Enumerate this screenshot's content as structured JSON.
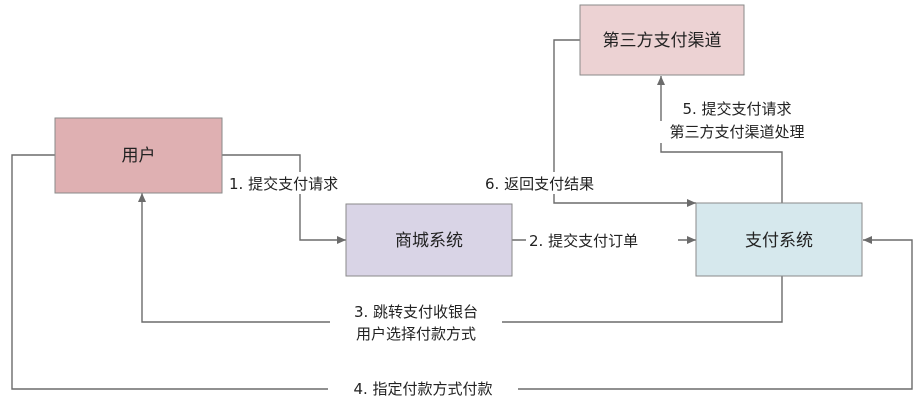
{
  "nodes": {
    "user": {
      "label": "用户",
      "fill": "#dfb0b2"
    },
    "mall": {
      "label": "商城系统",
      "fill": "#d9d4e6"
    },
    "pay": {
      "label": "支付系统",
      "fill": "#d6e8ed"
    },
    "channel": {
      "label": "第三方支付渠道",
      "fill": "#ecd2d3"
    }
  },
  "edges": {
    "e1": "1. 提交支付请求",
    "e2": "2. 提交支付订单",
    "e3_line1": "3. 跳转支付收银台",
    "e3_line2": "用户选择付款方式",
    "e4": "4. 指定付款方式付款",
    "e5_line1": "5. 提交支付请求",
    "e5_line2": "第三方支付渠道处理",
    "e6": "6. 返回支付结果"
  },
  "colors": {
    "edge": "#6b6b6b",
    "node_border": "#8a8a8a"
  }
}
